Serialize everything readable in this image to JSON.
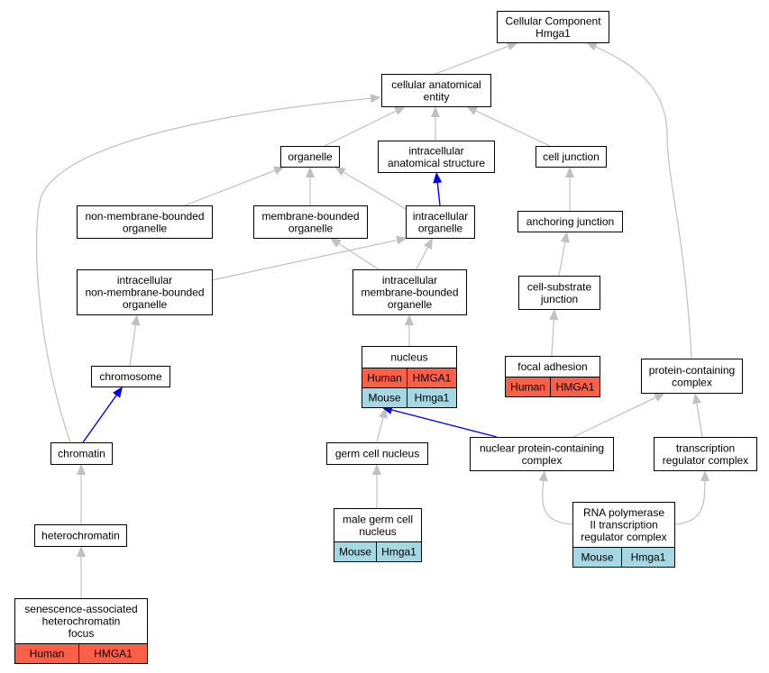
{
  "colors": {
    "human": "#fa6048",
    "mouse": "#a6d8e4",
    "default_edge": "#c0c0c0",
    "highlight_edge": "#0000ff"
  },
  "nodes": {
    "root": [
      "Cellular Component",
      "Hmga1"
    ],
    "cae": [
      "cellular anatomical",
      "entity"
    ],
    "organelle": [
      "organelle"
    ],
    "ias": [
      "intracellular",
      "anatomical structure"
    ],
    "celljunction": [
      "cell junction"
    ],
    "nmbo": [
      "non-membrane-bounded",
      "organelle"
    ],
    "mbo": [
      "membrane-bounded",
      "organelle"
    ],
    "io": [
      "intracellular",
      "organelle"
    ],
    "anchoring": [
      "anchoring junction"
    ],
    "inmbo": [
      "intracellular",
      "non-membrane-bounded",
      "organelle"
    ],
    "imbo": [
      "intracellular",
      "membrane-bounded",
      "organelle"
    ],
    "csj": [
      "cell-substrate",
      "junction"
    ],
    "nucleus": [
      "nucleus"
    ],
    "focal": [
      "focal adhesion"
    ],
    "chromosome": [
      "chromosome"
    ],
    "pcc": [
      "protein-containing",
      "complex"
    ],
    "chromatin": [
      "chromatin"
    ],
    "germ": [
      "germ cell nucleus"
    ],
    "npcc": [
      "nuclear protein-containing",
      "complex"
    ],
    "trc": [
      "transcription",
      "regulator complex"
    ],
    "hetero": [
      "heterochromatin"
    ],
    "male": [
      "male germ cell",
      "nucleus"
    ],
    "rnap": [
      "RNA polymerase",
      "II transcription",
      "regulator complex"
    ],
    "sahf": [
      "senescence-associated",
      "heterochromatin",
      "focus"
    ]
  },
  "annotations": {
    "nucleus": [
      [
        "Human",
        "HMGA1"
      ],
      [
        "Mouse",
        "Hmga1"
      ]
    ],
    "focal": [
      [
        "Human",
        "HMGA1"
      ]
    ],
    "male": [
      [
        "Mouse",
        "Hmga1"
      ]
    ],
    "rnap": [
      [
        "Mouse",
        "Hmga1"
      ]
    ],
    "sahf": [
      [
        "Human",
        "HMGA1"
      ]
    ]
  },
  "edges": [
    {
      "from": "cae",
      "to": "root",
      "style": "grey"
    },
    {
      "from": "pcc",
      "to": "root",
      "style": "grey"
    },
    {
      "from": "organelle",
      "to": "cae",
      "style": "grey"
    },
    {
      "from": "ias",
      "to": "cae",
      "style": "grey"
    },
    {
      "from": "celljunction",
      "to": "cae",
      "style": "grey"
    },
    {
      "from": "chromatin",
      "to": "cae",
      "style": "grey"
    },
    {
      "from": "nmbo",
      "to": "organelle",
      "style": "grey"
    },
    {
      "from": "mbo",
      "to": "organelle",
      "style": "grey"
    },
    {
      "from": "io",
      "to": "organelle",
      "style": "grey"
    },
    {
      "from": "io",
      "to": "ias",
      "style": "blue"
    },
    {
      "from": "anchoring",
      "to": "celljunction",
      "style": "grey"
    },
    {
      "from": "inmbo",
      "to": "io",
      "style": "grey"
    },
    {
      "from": "imbo",
      "to": "mbo",
      "style": "grey"
    },
    {
      "from": "imbo",
      "to": "io",
      "style": "grey"
    },
    {
      "from": "csj",
      "to": "anchoring",
      "style": "grey"
    },
    {
      "from": "nucleus",
      "to": "imbo",
      "style": "grey"
    },
    {
      "from": "focal",
      "to": "csj",
      "style": "grey"
    },
    {
      "from": "chromosome",
      "to": "inmbo",
      "style": "grey"
    },
    {
      "from": "chromatin",
      "to": "chromosome",
      "style": "blue"
    },
    {
      "from": "germ",
      "to": "nucleus",
      "style": "grey"
    },
    {
      "from": "npcc",
      "to": "nucleus",
      "style": "blue"
    },
    {
      "from": "npcc",
      "to": "pcc",
      "style": "grey"
    },
    {
      "from": "trc",
      "to": "pcc",
      "style": "grey"
    },
    {
      "from": "hetero",
      "to": "chromatin",
      "style": "grey"
    },
    {
      "from": "male",
      "to": "germ",
      "style": "grey"
    },
    {
      "from": "rnap",
      "to": "npcc",
      "style": "grey"
    },
    {
      "from": "rnap",
      "to": "trc",
      "style": "grey"
    },
    {
      "from": "sahf",
      "to": "hetero",
      "style": "grey"
    }
  ]
}
